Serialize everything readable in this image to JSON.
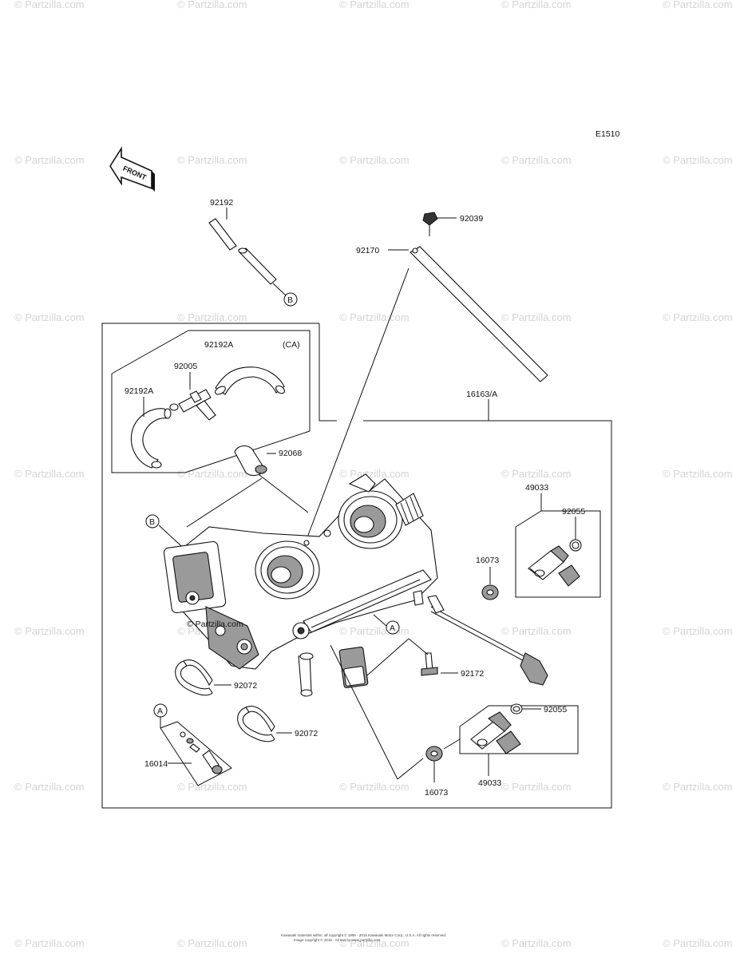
{
  "diagram_code": "E1510",
  "front_arrow_label": "FRONT",
  "variant_note": "(CA)",
  "watermark_text": "© Partzilla.com",
  "footer": {
    "line1": "Kawasaki materials within, all copyright © 1995 - 2015 Kawasaki Motor Corp., U.S.A. All rights reserved.",
    "line2": "Image copyright © 2015 - All text by www.partzilla.com"
  },
  "ref_markers": {
    "A": "A",
    "B": "B"
  },
  "part_labels": {
    "p92192": "92192",
    "p92039": "92039",
    "p92170": "92170",
    "p92192A_top": "92192A",
    "p92005": "92005",
    "p92192A_left": "92192A",
    "p16163A": "16163/A",
    "p92068": "92068",
    "p49033_top": "49033",
    "p92055_top": "92055",
    "p16073_top": "16073",
    "p92172": "92172",
    "p92072_a": "92072",
    "p92072_b": "92072",
    "p16014": "16014",
    "p92055_bot": "92055",
    "p16073_bot": "16073",
    "p49033_bot": "49033"
  }
}
